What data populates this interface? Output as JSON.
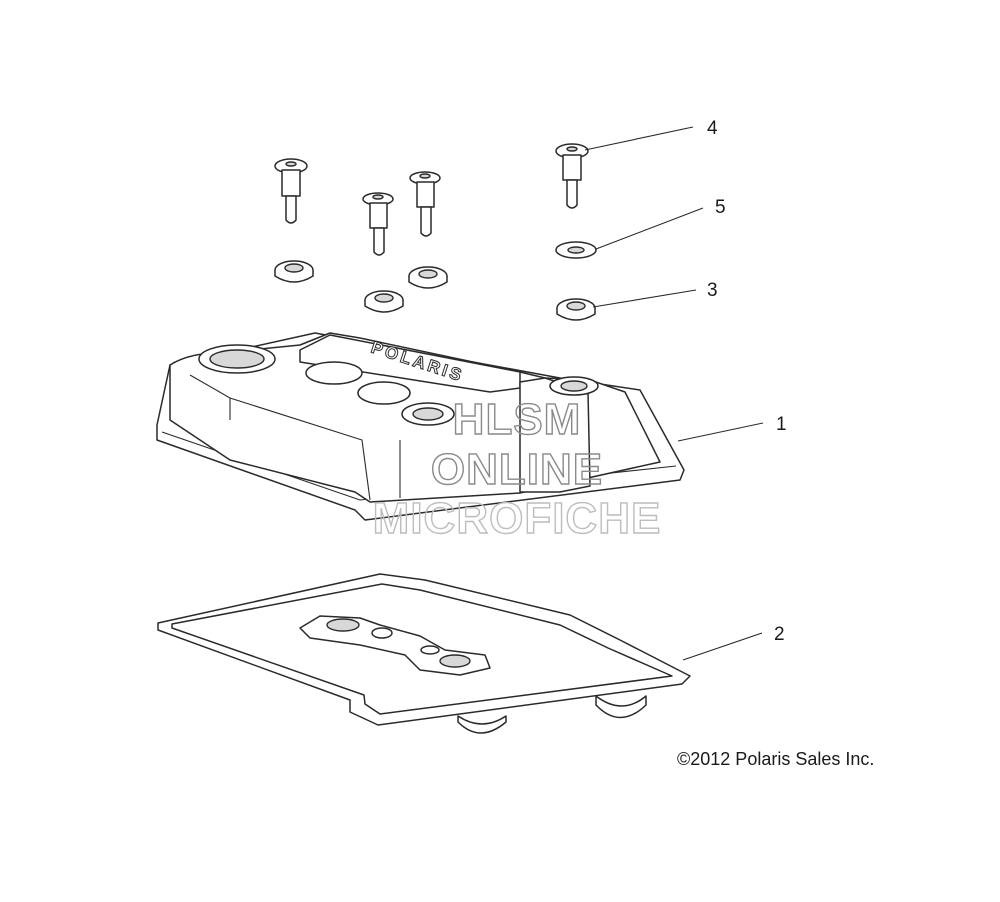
{
  "callouts": [
    {
      "id": "c1",
      "label": "1"
    },
    {
      "id": "c2",
      "label": "2"
    },
    {
      "id": "c3",
      "label": "3"
    },
    {
      "id": "c4",
      "label": "4"
    },
    {
      "id": "c5",
      "label": "5"
    }
  ],
  "watermark": {
    "line1": "HLSM",
    "line2": "ONLINE",
    "line3": "MICROFICHE"
  },
  "copyright": "©2012 Polaris Sales Inc.",
  "cover_logo": "POLARIS"
}
